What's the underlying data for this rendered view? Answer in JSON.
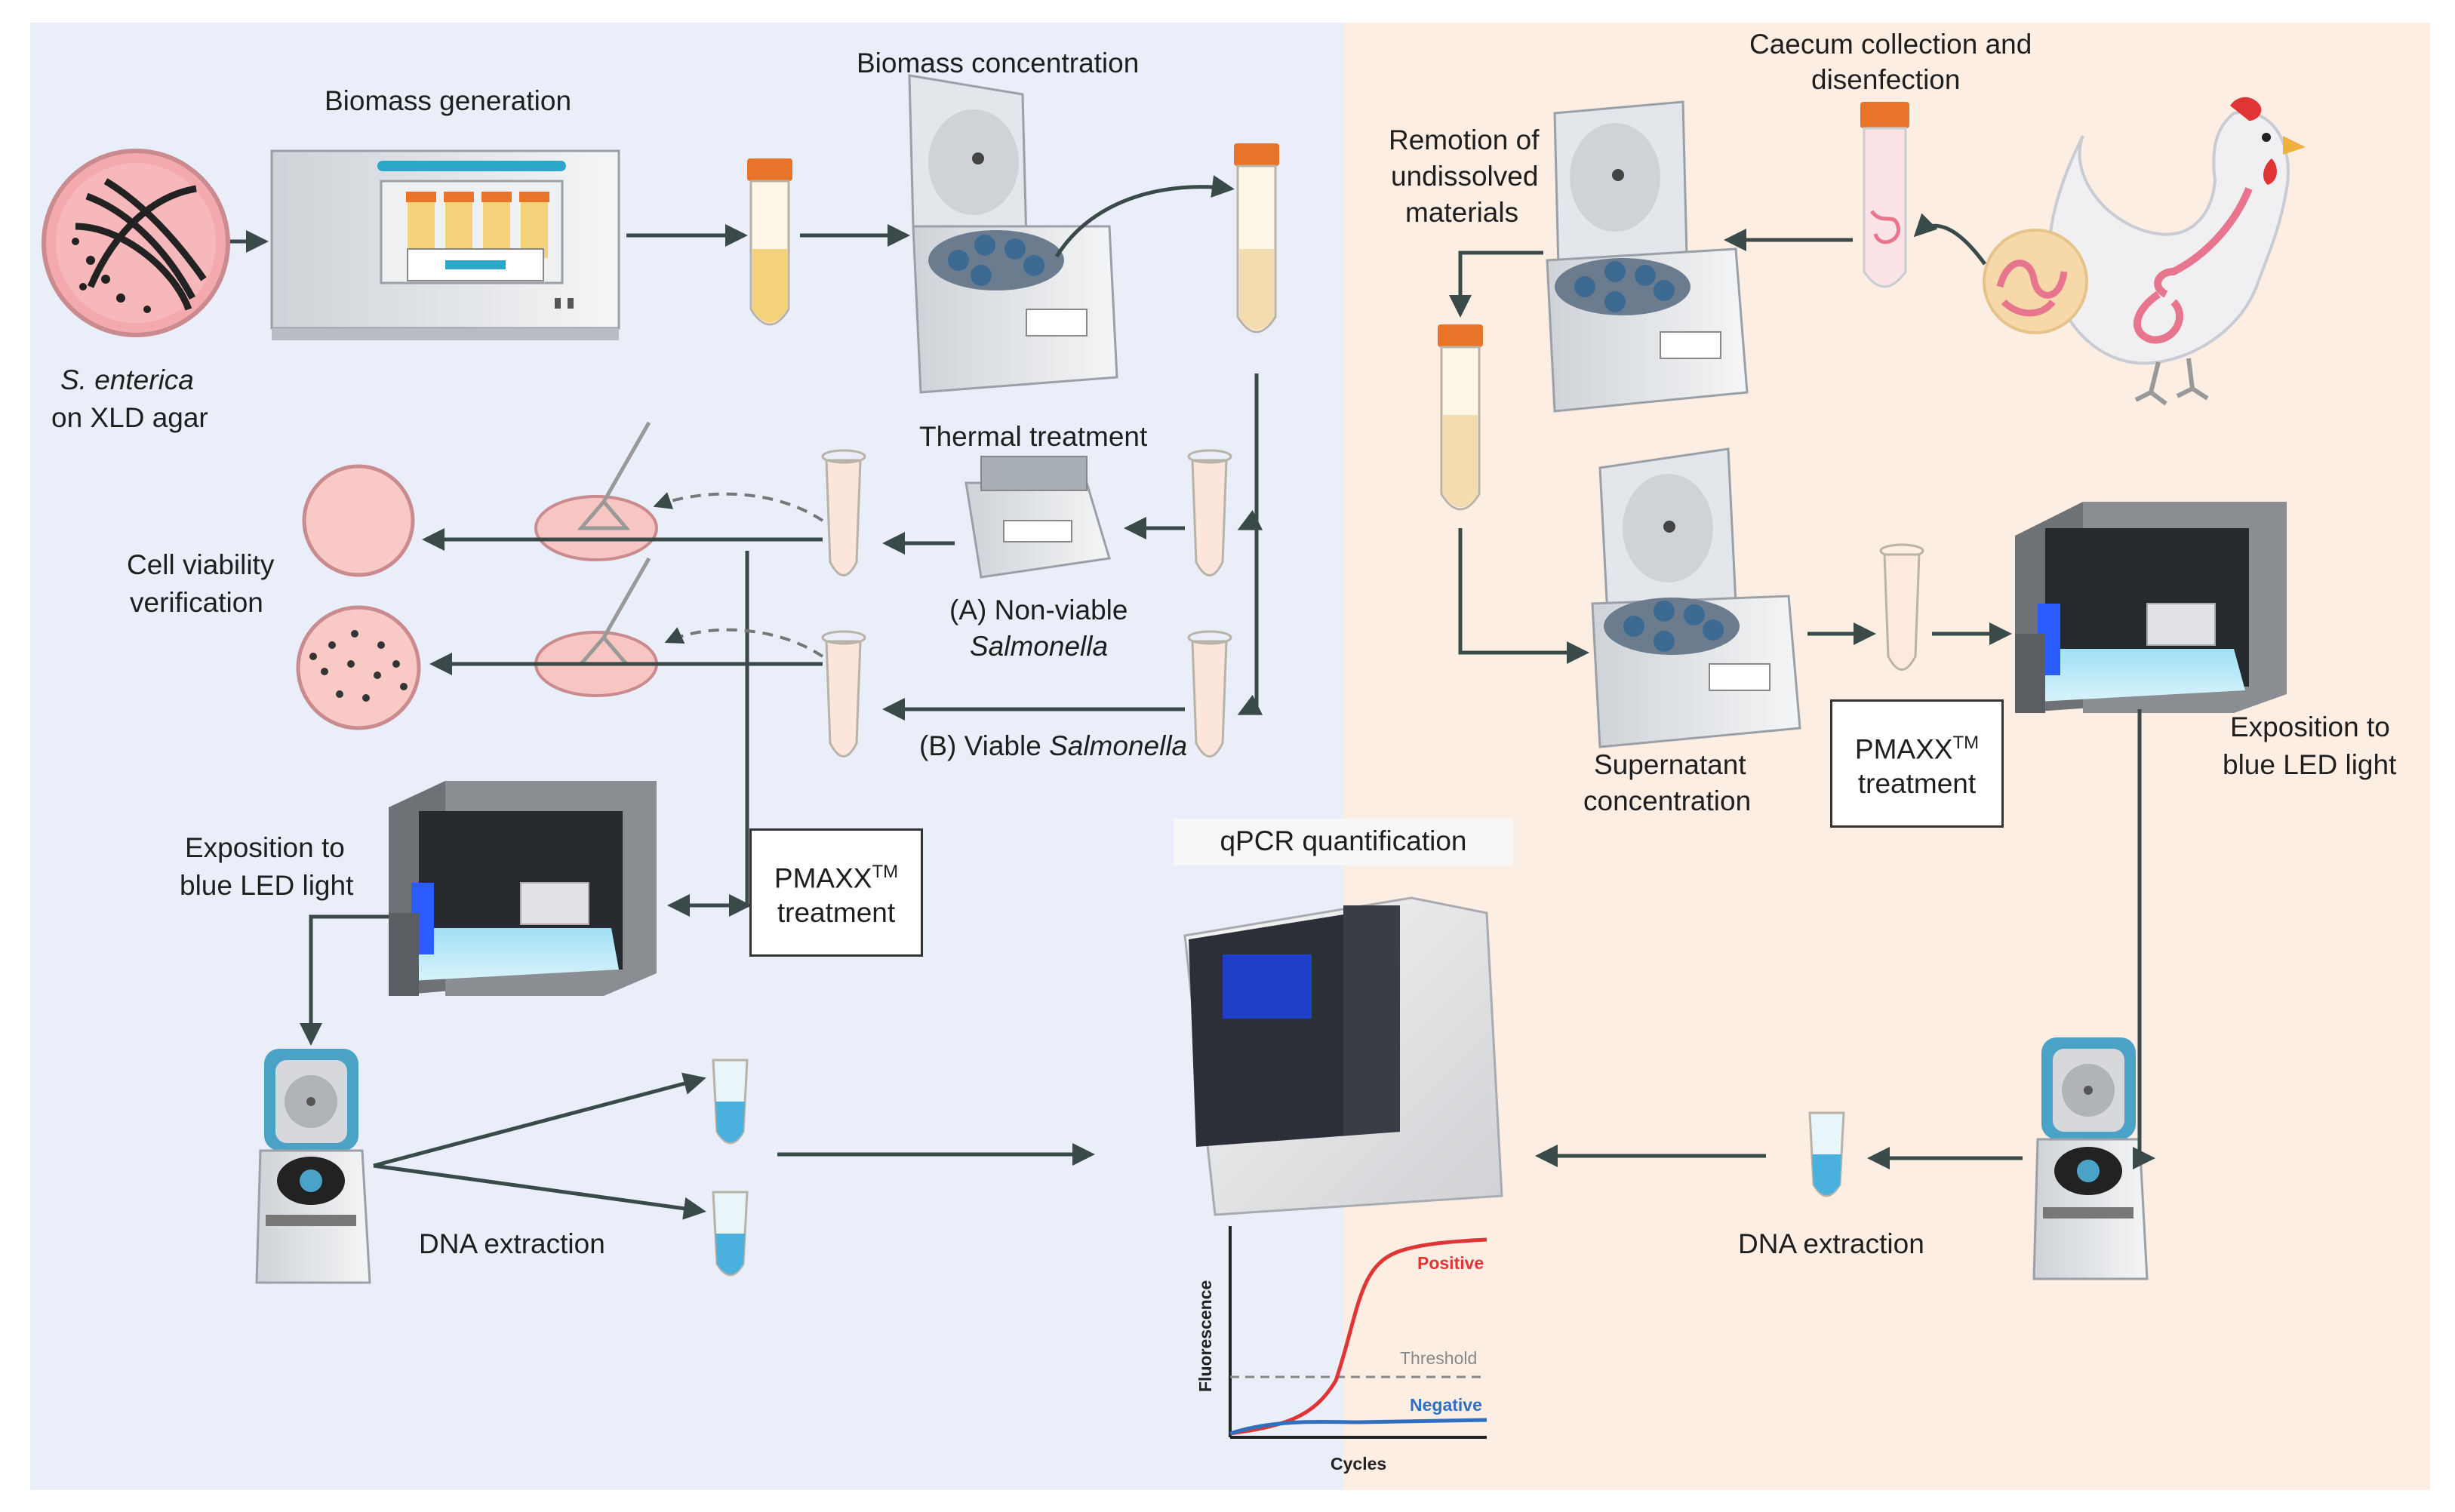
{
  "labels": {
    "biomass_generation": "Biomass generation",
    "biomass_concentration": "Biomass concentration",
    "s_enterica": "S. enterica",
    "on_xld_agar": "on XLD agar",
    "thermal_treatment": "Thermal treatment",
    "non_viable_prefix": "(A) Non-viable",
    "non_viable_species": "Salmonella",
    "viable_prefix": "(B) Viable",
    "viable_species": "Salmonella",
    "cell_viability_1": "Cell viability",
    "cell_viability_2": "verification",
    "pmaxx_left_1": "PMAXX",
    "pmaxx_left_tm": "TM",
    "pmaxx_left_2": "treatment",
    "exposition_left_1": "Exposition to",
    "exposition_left_2": "blue LED light",
    "dna_extraction_left": "DNA extraction",
    "qpcr": "qPCR quantification",
    "caecum_1": "Caecum collection and",
    "caecum_2": "disenfection",
    "remotion_1": "Remotion of",
    "remotion_2": "undissolved",
    "remotion_3": "materials",
    "supernatant_1": "Supernatant",
    "supernatant_2": "concentration",
    "pmaxx_right_1": "PMAXX",
    "pmaxx_right_tm": "TM",
    "pmaxx_right_2": "treatment",
    "exposition_right_1": "Exposition to",
    "exposition_right_2": "blue LED light",
    "dna_extraction_right": "DNA extraction"
  },
  "graph": {
    "positive": "Positive",
    "threshold": "Threshold",
    "negative": "Negative",
    "ylabel": "Fluorescence",
    "xlabel": "Cycles"
  },
  "colors": {
    "left_panel": "#e9eef9",
    "right_panel": "#fdeee4",
    "arrow": "#3a4a48",
    "positive": "#e03535",
    "negative": "#2f6fc0",
    "threshold": "#888888",
    "tube_cap": "#e8742a",
    "led_blue": "#2a5cff"
  }
}
